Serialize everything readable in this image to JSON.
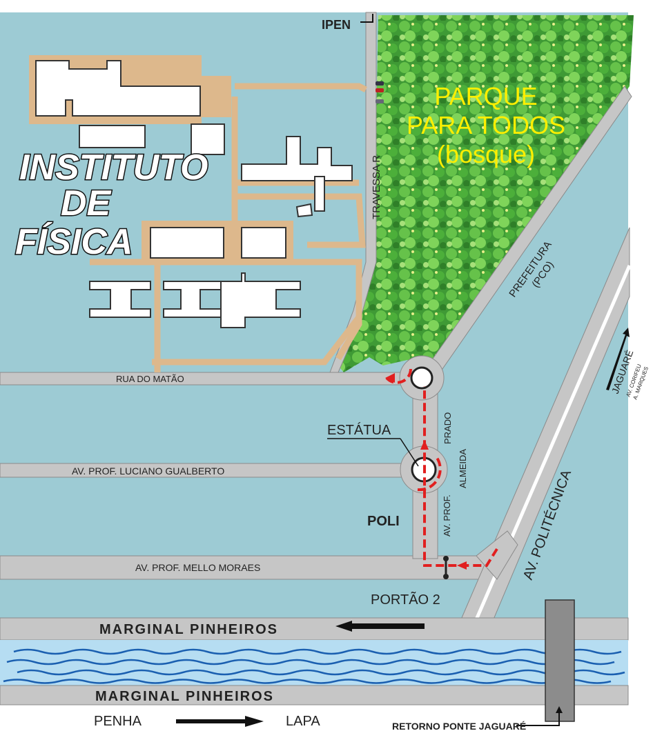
{
  "map": {
    "institute_title": [
      "INSTITUTO",
      "DE",
      "FÍSICA"
    ],
    "park": [
      "PARQUE",
      "PARA TODOS",
      "(bosque)"
    ],
    "labels": {
      "ipen": "IPEN",
      "travessa": "TRAVESSA R",
      "prefeitura": "PREFEITURA",
      "pco": "(PCO)",
      "rua_matao": "RUA DO MATÃO",
      "estatua": "ESTÁTUA",
      "prado": "PRADO",
      "almeida": "ALMEIDA",
      "av_prof": "AV. PROF.",
      "luciano": "AV. PROF. LUCIANO GUALBERTO",
      "poli": "POLI",
      "mello": "AV. PROF. MELLO MORAES",
      "portao": "PORTÃO 2",
      "politecnica": "AV. POLITÉCNICA",
      "jaguare": "JAGUARÉ",
      "corifeu": "AV. CORIFEU",
      "marques": "A. MARQUES",
      "marginal_top": "MARGINAL PINHEIROS",
      "marginal_bottom": "MARGINAL PINHEIROS",
      "penha": "PENHA",
      "lapa": "LAPA",
      "retorno": "RETORNO PONTE JAGUARÉ"
    },
    "colors": {
      "land": "#9dcbd4",
      "road": "#c6c6c6",
      "path": "#ddb88c",
      "route": "#e11f1f",
      "river": "#3a7fd0",
      "park_text": "#ffef00"
    }
  }
}
